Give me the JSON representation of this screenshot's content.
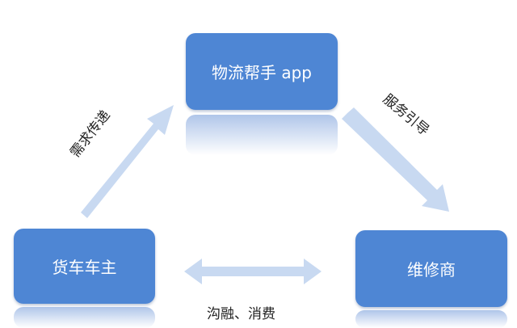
{
  "nodes": {
    "app": "物流帮手 app",
    "owner": "货车车主",
    "repair": "维修商"
  },
  "edges": {
    "demand": "需求传递",
    "service": "服务引导",
    "exchange": "沟融、消费"
  },
  "colors": {
    "node": "#4e86d4",
    "arrow": "#c8d9f1"
  }
}
